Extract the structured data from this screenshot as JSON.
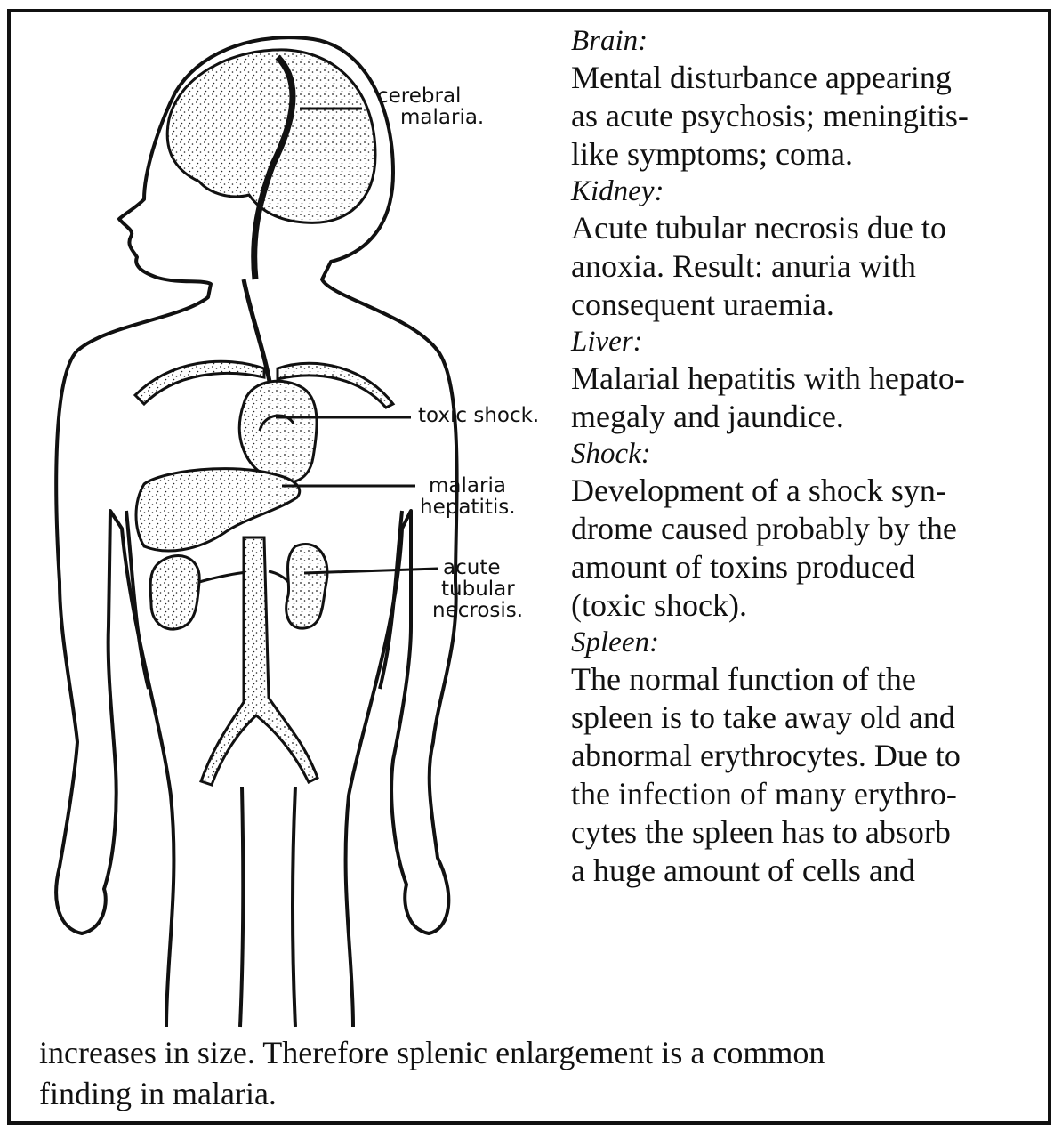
{
  "callouts": {
    "cerebral": [
      "cerebral",
      "malaria."
    ],
    "toxic": [
      "toxic shock."
    ],
    "hepatitis": [
      "malaria",
      "hepatitis."
    ],
    "tubular": [
      "acute",
      "tubular",
      "necrosis."
    ]
  },
  "sections": [
    {
      "heading": "Brain:",
      "lines": [
        "Mental disturbance appearing",
        "as acute psychosis; meningitis-",
        "like symptoms; coma."
      ]
    },
    {
      "heading": "Kidney:",
      "lines": [
        "Acute tubular necrosis due to",
        "anoxia. Result: anuria with",
        "consequent uraemia."
      ]
    },
    {
      "heading": "Liver:",
      "lines": [
        "Malarial hepatitis with hepato-",
        "megaly and jaundice."
      ]
    },
    {
      "heading": "Shock:",
      "lines": [
        "Development of a shock syn-",
        "drome caused probably by the",
        "amount of toxins produced",
        "(toxic shock)."
      ]
    },
    {
      "heading": "Spleen:",
      "lines": [
        "The normal function of the",
        "spleen is to take away old and",
        "abnormal erythrocytes. Due to",
        "the infection of many erythro-",
        "cytes the spleen has to absorb",
        "a huge amount of cells and"
      ]
    }
  ],
  "footer": [
    "increases in size. Therefore splenic enlargement is a common",
    "finding in malaria."
  ]
}
